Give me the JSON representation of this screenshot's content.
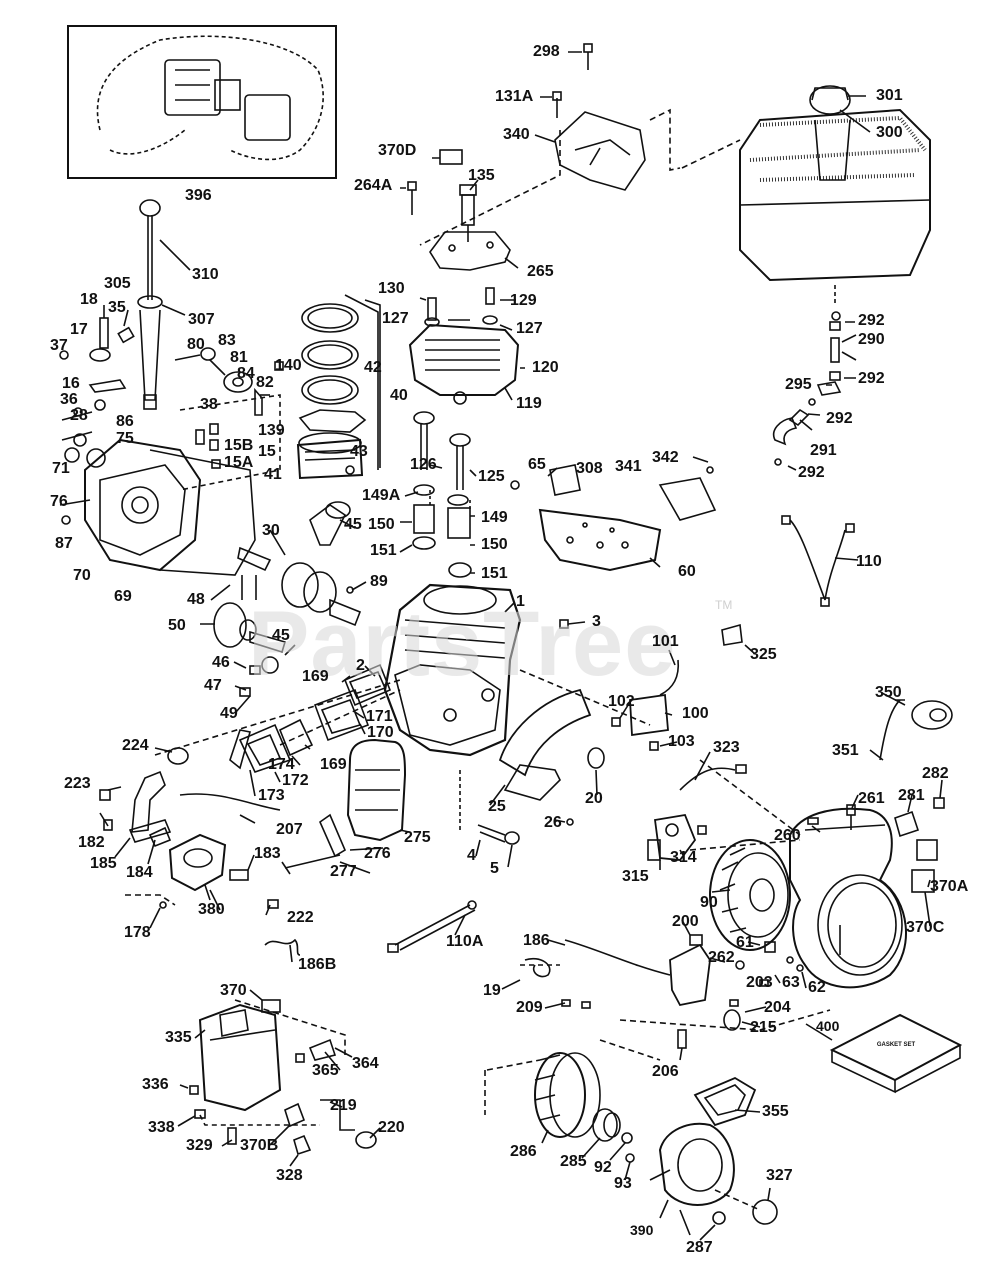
{
  "watermark": {
    "text": "PartsTree",
    "tm": "TM"
  },
  "gasket_set_box_text": "GASKET SET",
  "labels": {
    "l298": "298",
    "l131A": "131A",
    "l340": "340",
    "l370D": "370D",
    "l264A": "264A",
    "l135": "135",
    "l265": "265",
    "l301": "301",
    "l300": "300",
    "l396": "396",
    "l310": "310",
    "l305": "305",
    "l307": "307",
    "l18": "18",
    "l35": "35",
    "l17": "17",
    "l37": "37",
    "l16": "16",
    "l36": "36",
    "l28": "28",
    "l86": "86",
    "l75": "75",
    "l71": "71",
    "l76": "76",
    "l87": "87",
    "l70": "70",
    "l69": "69",
    "l80": "80",
    "l83": "83",
    "l81": "81",
    "l84": "84",
    "l82": "82",
    "l140": "140",
    "l139": "139",
    "l38": "38",
    "l15B": "15B",
    "l15A": "15A",
    "l15": "15",
    "l42": "42",
    "l40": "40",
    "l43": "43",
    "l41": "41",
    "l130": "130",
    "l129": "129",
    "l127a": "127",
    "l127b": "127",
    "l120": "120",
    "l119": "119",
    "l292a": "292",
    "l290": "290",
    "l292b": "292",
    "l295": "295",
    "l292c": "292",
    "l291": "291",
    "l292d": "292",
    "l126": "126",
    "l125": "125",
    "l65": "65",
    "l308": "308",
    "l341": "341",
    "l342": "342",
    "l149A": "149A",
    "l149": "149",
    "l150a": "150",
    "l150b": "150",
    "l151a": "151",
    "l151b": "151",
    "l60": "60",
    "l110": "110",
    "l30": "30",
    "l45a": "45",
    "l89": "89",
    "l48": "48",
    "l50": "50",
    "l1": "1",
    "l3": "3",
    "l45b": "45",
    "l46": "46",
    "l47": "47",
    "l49": "49",
    "l169a": "169",
    "l2": "2",
    "l101": "101",
    "l325": "325",
    "l350": "350",
    "l102": "102",
    "l100": "100",
    "l103": "103",
    "l323": "323",
    "l351": "351",
    "l224": "224",
    "l171": "171",
    "l170": "170",
    "l169b": "169",
    "l223": "223",
    "l174": "174",
    "l172": "172",
    "l173": "173",
    "l207": "207",
    "l182": "182",
    "l185": "185",
    "l184": "184",
    "l183": "183",
    "l25": "25",
    "l26": "26",
    "l20": "20",
    "l275": "275",
    "l276": "276",
    "l277": "277",
    "l4": "4",
    "l5": "5",
    "l315": "315",
    "l314": "314",
    "l90": "90",
    "l261": "261",
    "l260": "260",
    "l281": "281",
    "l282a": "282",
    "l370A": "370A",
    "l370C": "370C",
    "l380": "380",
    "l222": "222",
    "l178": "178",
    "l186B": "186B",
    "l110A": "110A",
    "l186": "186",
    "l200": "200",
    "l61": "61",
    "l262": "262",
    "l203": "203",
    "l63": "63",
    "l62": "62",
    "l19": "19",
    "l209": "209",
    "l204": "204",
    "l215": "215",
    "l400": "400",
    "l370": "370",
    "l335": "335",
    "l364": "364",
    "l365": "365",
    "l206": "206",
    "l336": "336",
    "l355": "355",
    "l338": "338",
    "l219": "219",
    "l220": "220",
    "l329": "329",
    "l370B": "370B",
    "l328": "328",
    "l286": "286",
    "l285": "285",
    "l92": "92",
    "l93": "93",
    "l327": "327",
    "l390": "390",
    "l287": "287"
  }
}
